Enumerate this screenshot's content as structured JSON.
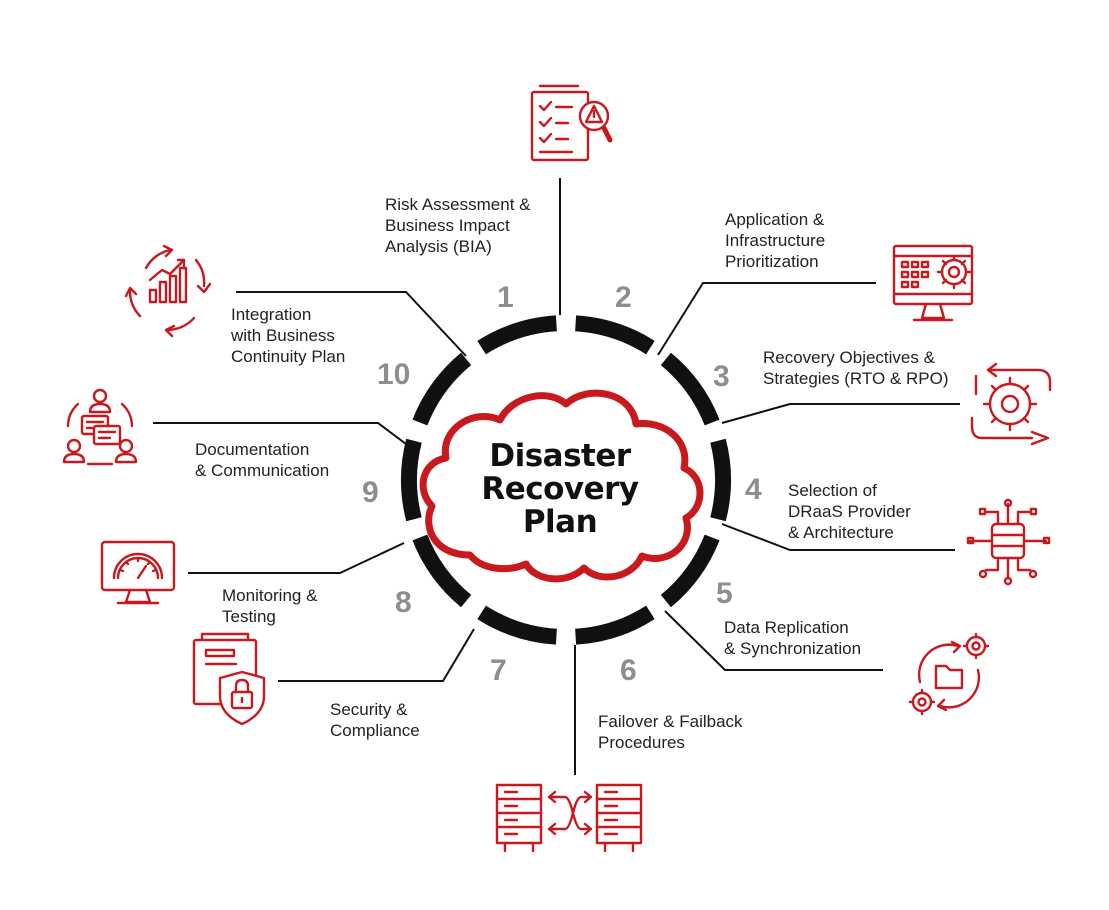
{
  "title": "Disaster\nRecovery\nPlan",
  "colors": {
    "accent": "#c8191f",
    "ring": "#111111",
    "number": "#8e8e8e",
    "text": "#222222"
  },
  "steps": [
    {
      "number": "1",
      "label": "Risk Assessment &\nBusiness Impact\nAnalysis (BIA)",
      "icon": "checklist-warning-icon"
    },
    {
      "number": "2",
      "label": "Application &\nInfrastructure\nPrioritization",
      "icon": "monitor-gear-icon"
    },
    {
      "number": "3",
      "label": "Recovery Objectives &\nStrategies (RTO & RPO)",
      "icon": "gear-cycle-icon"
    },
    {
      "number": "4",
      "label": "Selection of\nDRaaS Provider\n& Architecture",
      "icon": "database-network-icon"
    },
    {
      "number": "5",
      "label": "Data Replication\n& Synchronization",
      "icon": "folder-sync-icon"
    },
    {
      "number": "6",
      "label": "Failover & Failback\nProcedures",
      "icon": "server-switch-icon"
    },
    {
      "number": "7",
      "label": "Security &\nCompliance",
      "icon": "document-lock-icon"
    },
    {
      "number": "8",
      "label": "Monitoring &\nTesting",
      "icon": "gauge-monitor-icon"
    },
    {
      "number": "9",
      "label": "Documentation\n& Communication",
      "icon": "team-chat-icon"
    },
    {
      "number": "10",
      "label": "Integration\nwith Business\nContinuity Plan",
      "icon": "growth-cycle-icon"
    }
  ]
}
